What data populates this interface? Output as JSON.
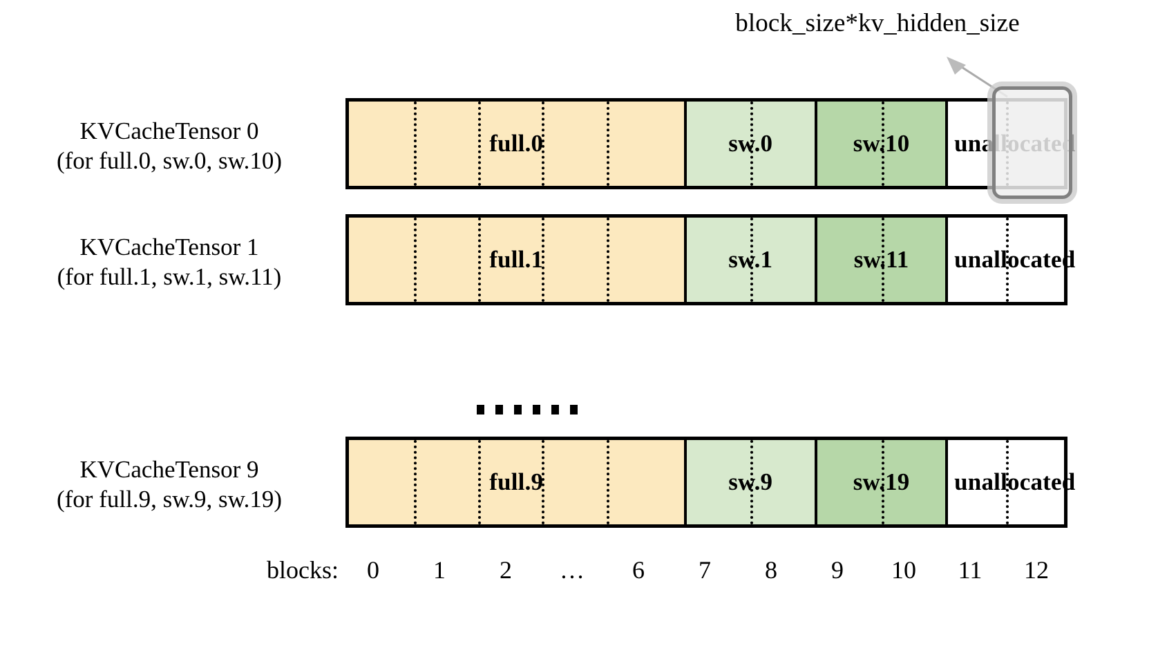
{
  "diagram": {
    "title_callout": "block_size*kv_hidden_size",
    "rows": [
      {
        "label_line1": "KVCacheTensor 0",
        "label_line2": "(for full.0, sw.0, sw.10)",
        "segments": [
          {
            "name": "full.0",
            "kind": "full",
            "blocks": "0-6"
          },
          {
            "name": "sw.0",
            "kind": "swA",
            "blocks": "7-8"
          },
          {
            "name": "sw.10",
            "kind": "swB",
            "blocks": "9-10"
          },
          {
            "name": "unallocated",
            "kind": "unalloc",
            "blocks": "11-12"
          }
        ]
      },
      {
        "label_line1": "KVCacheTensor 1",
        "label_line2": "(for full.1, sw.1, sw.11)",
        "segments": [
          {
            "name": "full.1",
            "kind": "full",
            "blocks": "0-6"
          },
          {
            "name": "sw.1",
            "kind": "swA",
            "blocks": "7-8"
          },
          {
            "name": "sw.11",
            "kind": "swB",
            "blocks": "9-10"
          },
          {
            "name": "unallocated",
            "kind": "unalloc",
            "blocks": "11-12"
          }
        ]
      },
      {
        "label_line1": "KVCacheTensor 9",
        "label_line2": "(for full.9, sw.9, sw.19)",
        "segments": [
          {
            "name": "full.9",
            "kind": "full",
            "blocks": "0-6"
          },
          {
            "name": "sw.9",
            "kind": "swA",
            "blocks": "7-8"
          },
          {
            "name": "sw.19",
            "kind": "swB",
            "blocks": "9-10"
          },
          {
            "name": "unallocated",
            "kind": "unalloc",
            "blocks": "11-12"
          }
        ]
      }
    ],
    "axis": {
      "title": "blocks:",
      "ticks": [
        "0",
        "1",
        "2",
        "…",
        "6",
        "7",
        "8",
        "9",
        "10",
        "11",
        "12"
      ]
    },
    "colors": {
      "full": "#fce9bf",
      "sw_light": "#d7e9cd",
      "sw_dark": "#b6d7a8",
      "unallocated": "#ffffff",
      "border": "#000000",
      "highlight": "#808080"
    }
  }
}
